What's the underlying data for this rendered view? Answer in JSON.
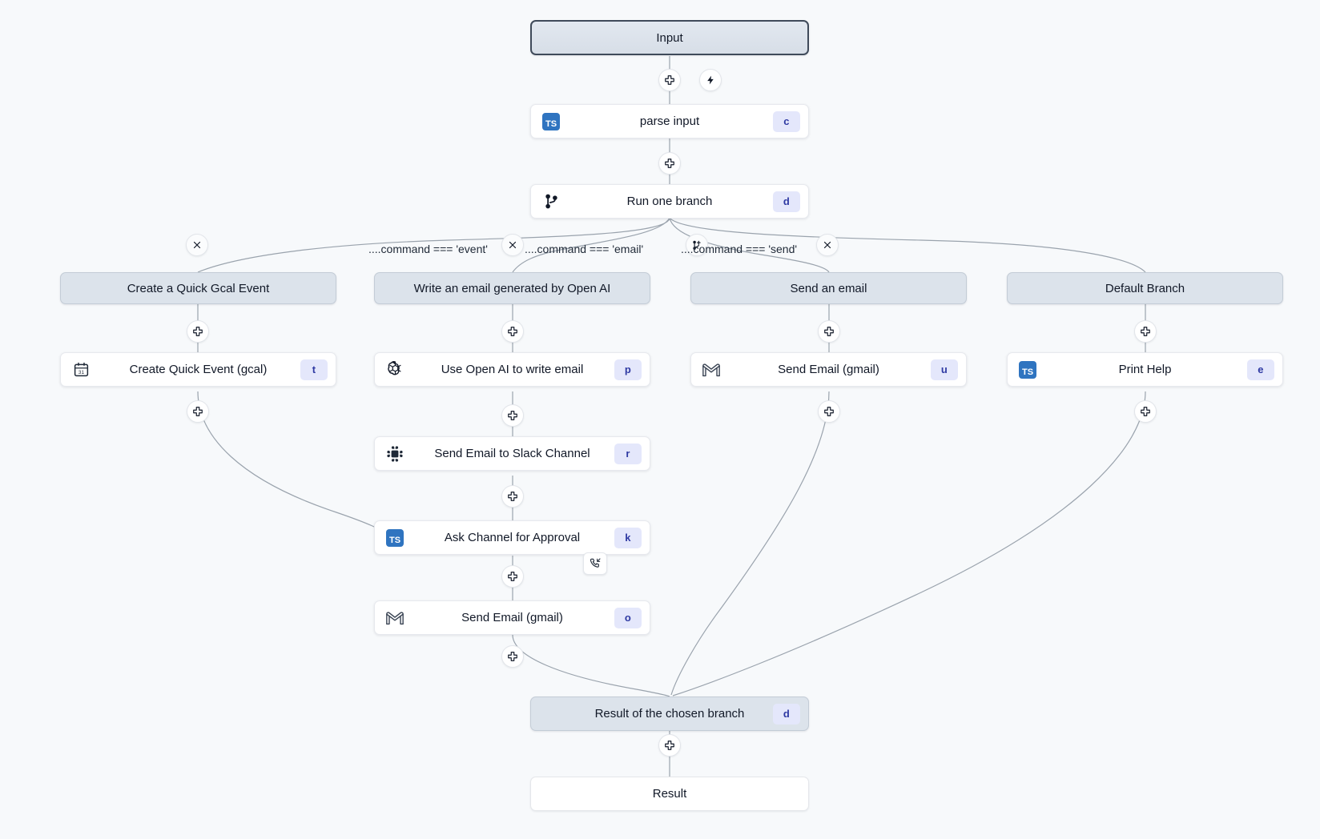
{
  "app": {
    "title": "Workflow Graph",
    "background_color": "#f7f9fb",
    "accent_badge_bg": "#e4e7fb",
    "accent_badge_fg": "#2f3aa3",
    "boundary_node_bg": "#dce3eb"
  },
  "nodes": {
    "input": {
      "label": "Input",
      "kind": "boundary-strong"
    },
    "parse_input": {
      "label": "parse input",
      "key": "c",
      "icon": "typescript-icon"
    },
    "run_one_branch": {
      "label": "Run one branch",
      "key": "d",
      "icon": "git-branch-icon"
    },
    "branch_event_header": {
      "label": "Create a Quick Gcal Event",
      "kind": "boundary"
    },
    "branch_email_header": {
      "label": "Write an email generated by Open AI",
      "kind": "boundary"
    },
    "branch_send_header": {
      "label": "Send an email",
      "kind": "boundary"
    },
    "branch_default_header": {
      "label": "Default Branch",
      "kind": "boundary"
    },
    "create_quick_event": {
      "label": "Create Quick Event (gcal)",
      "key": "t",
      "icon": "calendar-31-icon"
    },
    "use_open_ai": {
      "label": "Use Open AI to write email",
      "key": "p",
      "icon": "openai-icon"
    },
    "send_email_slack": {
      "label": "Send Email to Slack Channel",
      "key": "r",
      "icon": "slack-hash-icon"
    },
    "ask_channel_approval": {
      "label": "Ask Channel for Approval",
      "key": "k",
      "icon": "typescript-icon",
      "corner_badge": "phone-incoming-icon"
    },
    "send_email_gmail_main": {
      "label": "Send Email (gmail)",
      "key": "o",
      "icon": "gmail-icon"
    },
    "send_email_gmail_branch": {
      "label": "Send Email (gmail)",
      "key": "u",
      "icon": "gmail-icon"
    },
    "print_help": {
      "label": "Print Help",
      "key": "e",
      "icon": "typescript-icon"
    },
    "result_chosen_branch": {
      "label": "Result of the chosen branch",
      "key": "d",
      "kind": "boundary"
    },
    "result": {
      "label": "Result",
      "kind": "plain"
    }
  },
  "branch_conditions": [
    {
      "id": "cond-event",
      "label": "....command === 'event'"
    },
    {
      "id": "cond-email",
      "label": "....command === 'email'"
    },
    {
      "id": "cond-send",
      "label": "....command === 'send'"
    }
  ],
  "controls": {
    "add_step_icon": "plus-cross-icon",
    "lightning_icon": "lightning-icon",
    "remove_branch_icon": "close-x-icon",
    "add_branch_icon": "git-branch-plus-icon"
  },
  "graph_data": {
    "type": "flow-diagram",
    "edges": [
      {
        "from": "input",
        "to": "parse_input"
      },
      {
        "from": "parse_input",
        "to": "run_one_branch"
      },
      {
        "from": "run_one_branch",
        "to": "branch_event_header",
        "label": "....command === 'event'"
      },
      {
        "from": "run_one_branch",
        "to": "branch_email_header",
        "label": "....command === 'email'"
      },
      {
        "from": "run_one_branch",
        "to": "branch_send_header",
        "label": "....command === 'send'"
      },
      {
        "from": "run_one_branch",
        "to": "branch_default_header",
        "label": ""
      },
      {
        "from": "branch_event_header",
        "to": "create_quick_event"
      },
      {
        "from": "branch_email_header",
        "to": "use_open_ai"
      },
      {
        "from": "branch_send_header",
        "to": "send_email_gmail_branch"
      },
      {
        "from": "branch_default_header",
        "to": "print_help"
      },
      {
        "from": "use_open_ai",
        "to": "send_email_slack"
      },
      {
        "from": "send_email_slack",
        "to": "ask_channel_approval"
      },
      {
        "from": "ask_channel_approval",
        "to": "send_email_gmail_main"
      },
      {
        "from": "create_quick_event",
        "to": "ask_channel_approval"
      },
      {
        "from": "send_email_gmail_main",
        "to": "result_chosen_branch"
      },
      {
        "from": "send_email_gmail_branch",
        "to": "result_chosen_branch"
      },
      {
        "from": "print_help",
        "to": "result_chosen_branch"
      },
      {
        "from": "result_chosen_branch",
        "to": "result"
      }
    ]
  }
}
